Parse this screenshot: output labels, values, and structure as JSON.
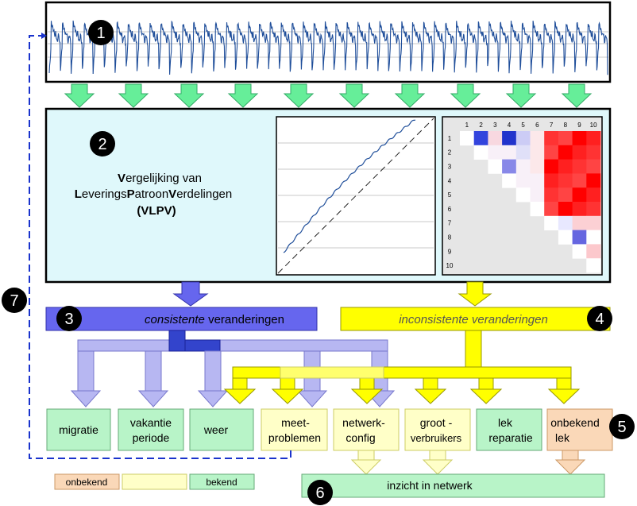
{
  "badges": [
    "1",
    "2",
    "3",
    "4",
    "5",
    "6",
    "7"
  ],
  "vlpv": {
    "line1_cap": "V",
    "line1_rest": "ergelijking van",
    "line2_cap1": "L",
    "line2_rest1": "everings",
    "line2_cap2": "P",
    "line2_rest2": "atroon",
    "line2_cap3": "V",
    "line2_rest3": "erdelingen",
    "line3": "(VLPV)"
  },
  "heatmap": {
    "col_labels": [
      "1",
      "2",
      "3",
      "4",
      "5",
      "6",
      "7",
      "8",
      "9",
      "10"
    ],
    "row_labels": [
      "1",
      "2",
      "3",
      "4",
      "5",
      "6",
      "7",
      "8",
      "9",
      "10"
    ]
  },
  "bars": {
    "consistent_em": "consistente",
    "consistent_rest": " veranderingen",
    "inconsistent": "inconsistente veranderingen"
  },
  "causes": [
    {
      "line1": "migratie",
      "line2": ""
    },
    {
      "line1": "vakantie",
      "line2": "periode"
    },
    {
      "line1": "weer",
      "line2": ""
    },
    {
      "line1": "meet-",
      "line2": "problemen"
    },
    {
      "line1": "netwerk-",
      "line2": "config"
    },
    {
      "line1": "groot -",
      "line2": "verbruikers"
    },
    {
      "line1": "lek",
      "line2": "reparatie"
    },
    {
      "line1": "onbekend",
      "line2": "lek"
    }
  ],
  "insight": "inzicht in netwerk",
  "legend": [
    "onbekend",
    "",
    "bekend"
  ],
  "colors": {
    "green_arrow": "#66ee99",
    "panel": "#dff8fb",
    "blue_bar": "#6666ee",
    "light_blue": "#aaaaf0",
    "yellow": "#ffff00",
    "pale_yellow": "#ffffc8",
    "green_box": "#b8f4c8",
    "peach": "#fad8b8",
    "dashed_blue": "#1a33cc"
  }
}
